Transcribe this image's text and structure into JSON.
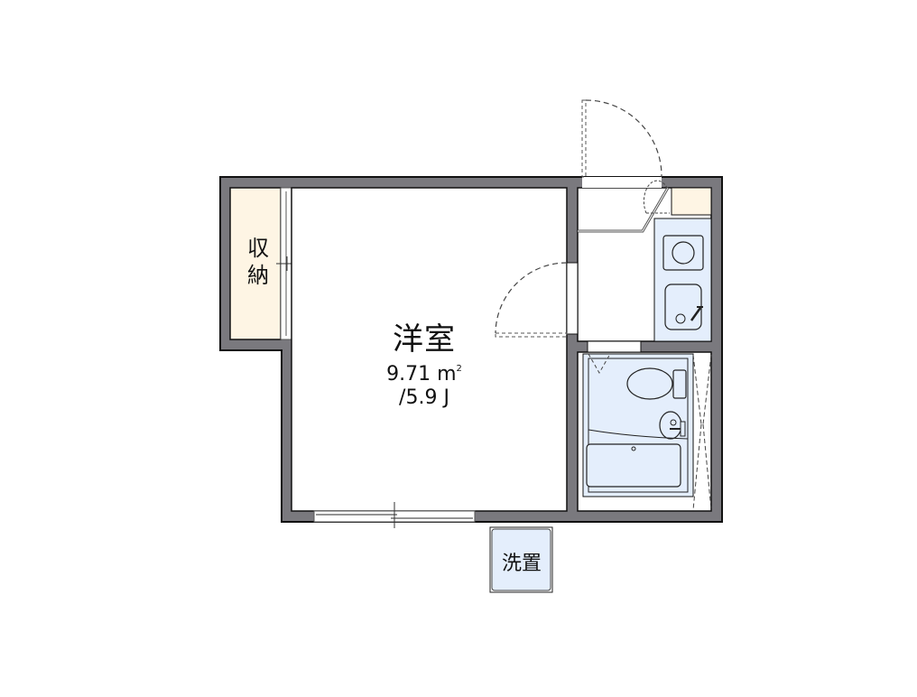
{
  "floorplan": {
    "rooms": [
      {
        "id": "western-room",
        "name": "洋室",
        "area_m2": "9.71 ㎡",
        "area_jo": "/5.9 J"
      },
      {
        "id": "closet",
        "name": "収納",
        "name_line1": "収",
        "name_line2": "納"
      },
      {
        "id": "kitchen",
        "name": ""
      },
      {
        "id": "unit-bath",
        "name": ""
      },
      {
        "id": "washer-space",
        "name": "洗置"
      }
    ],
    "western_room": {
      "name": "洋室",
      "area": "9.71 m",
      "area_sup": "2",
      "jo": "/5.9 J"
    },
    "closet": {
      "line1": "収",
      "line2": "納"
    },
    "washer": {
      "label": "洗置"
    },
    "colors": {
      "wall": "#7a797e",
      "wall_outline": "#111111",
      "closet_fill": "#fef5e4",
      "wet_fill": "#e4eefc",
      "room_fill": "#ffffff"
    }
  }
}
